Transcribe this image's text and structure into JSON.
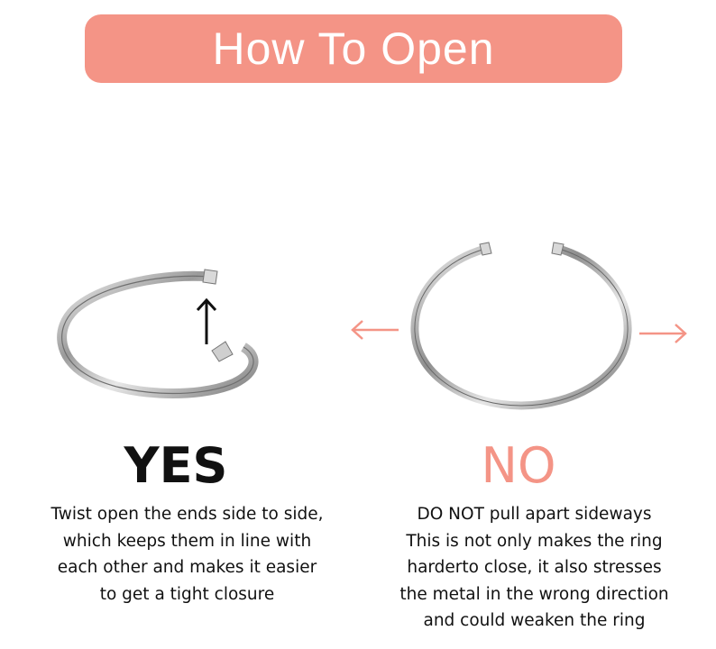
{
  "header": {
    "title": "How To Open"
  },
  "yes": {
    "verdict": "YES",
    "lines": [
      "Twist open the ends side to side,",
      "which keeps them in line with",
      "each other and makes it easier",
      "to get a tight closure"
    ],
    "color": "#111111"
  },
  "no": {
    "verdict": "NO",
    "lines": [
      "DO NOT pull apart sideways",
      "This is not only makes the ring",
      "harderto close, it also stresses",
      "the metal in the wrong direction",
      "and could weaken the ring"
    ],
    "color": "#f49486"
  },
  "icons": {
    "twist_direction": "arrow-up-icon",
    "pull_left": "arrow-left-icon",
    "pull_right": "arrow-right-icon",
    "yes_ring": "twisted-ring-image",
    "no_ring": "pulled-ring-image"
  },
  "colors": {
    "accent": "#f49486",
    "text": "#111111",
    "background": "#ffffff"
  }
}
